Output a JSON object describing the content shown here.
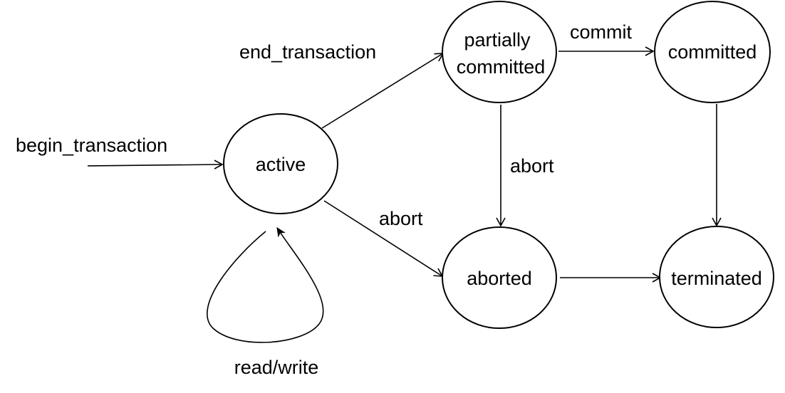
{
  "states": {
    "active": "active",
    "partially_committed_line1": "partially",
    "partially_committed_line2": "committed",
    "committed": "committed",
    "aborted": "aborted",
    "terminated": "terminated"
  },
  "transitions": {
    "begin_transaction": "begin_transaction",
    "end_transaction": "end_transaction",
    "commit": "commit",
    "abort_from_partially_committed": "abort",
    "abort_from_active": "abort",
    "read_write": "read/write"
  }
}
